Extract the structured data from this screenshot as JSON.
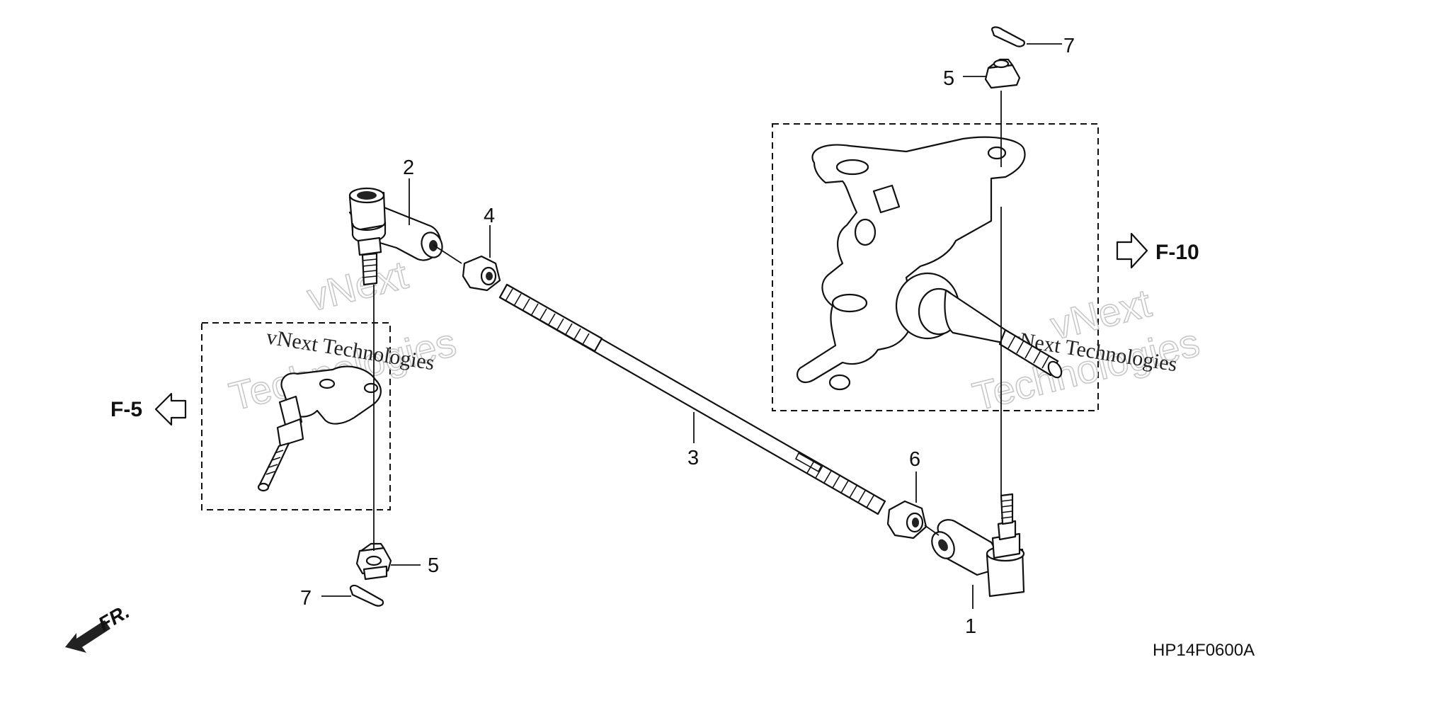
{
  "callouts": {
    "c1": "1",
    "c2": "2",
    "c3": "3",
    "c4": "4",
    "c5_top": "5",
    "c5_bottom": "5",
    "c6": "6",
    "c7_top": "7",
    "c7_bottom": "7"
  },
  "refs": {
    "left": "F-5",
    "right": "F-10"
  },
  "front_marker": "FR.",
  "diagram_code": "HP14F0600A",
  "watermarks": {
    "left_solid": "vNext Technologies",
    "left_outline_1": "vNext",
    "left_outline_2": "Technologies",
    "right_solid": "vNext Technologies",
    "right_outline_1": "vNext",
    "right_outline_2": "Technologies"
  }
}
